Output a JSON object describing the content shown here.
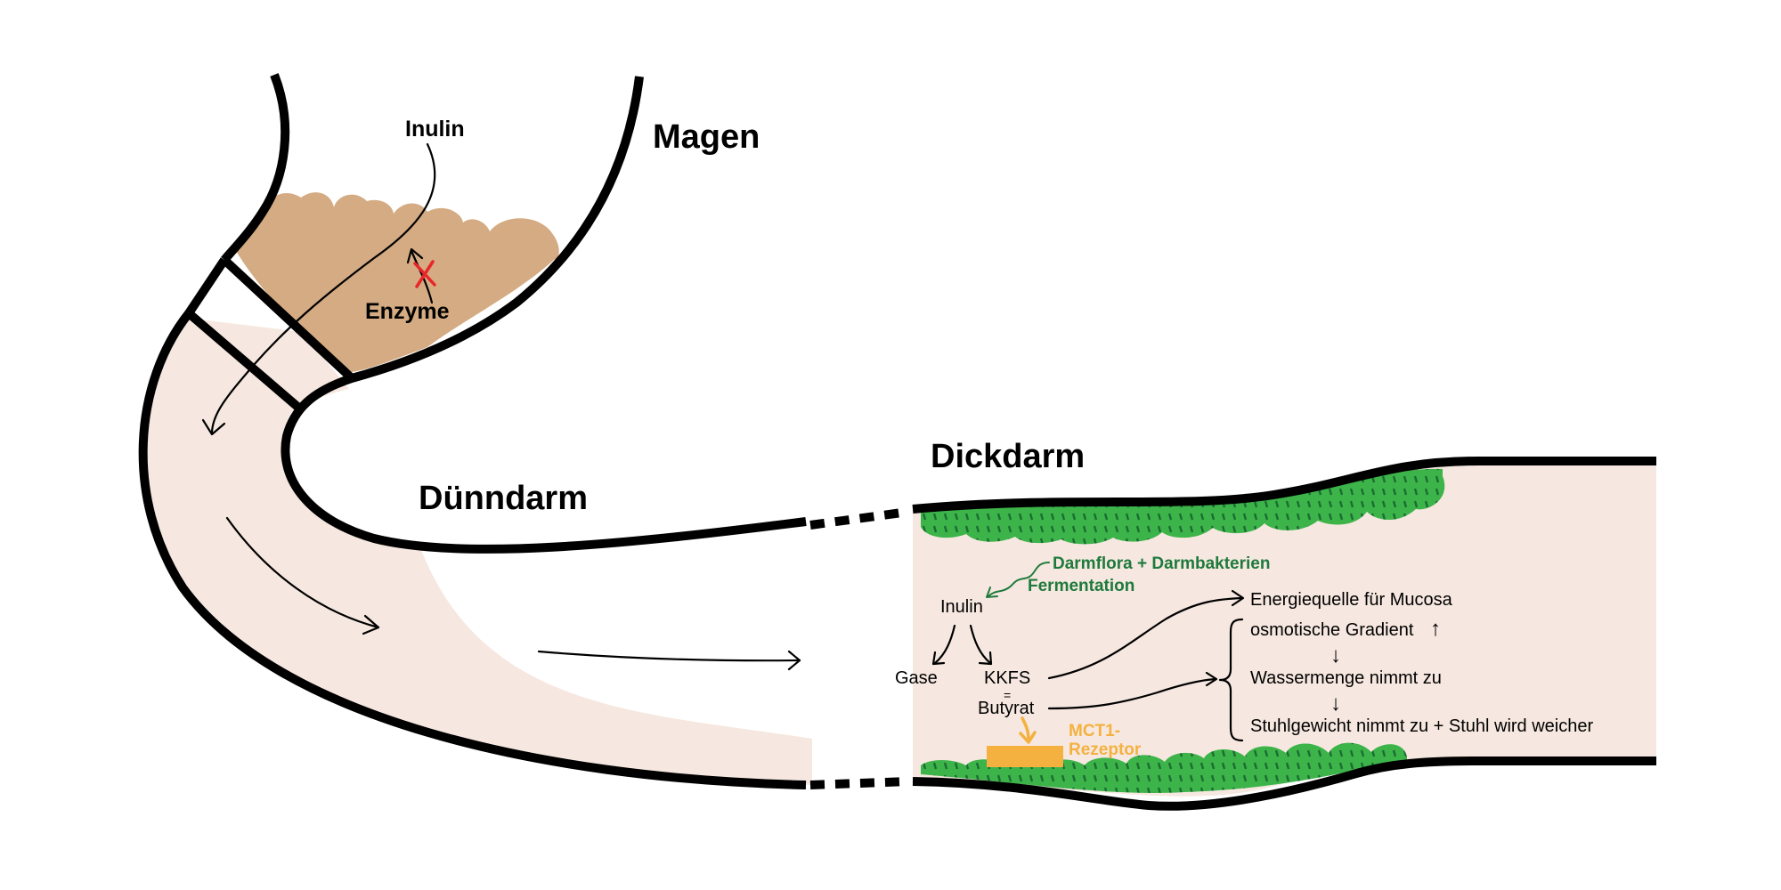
{
  "regions": {
    "stomach": "Magen",
    "small_intestine": "Dünndarm",
    "large_intestine": "Dickdarm"
  },
  "stomach_labels": {
    "inulin": "Inulin",
    "enzyme": "Enzyme"
  },
  "colon": {
    "flora": "Darmflora + Darmbakterien",
    "fermentation": "Fermentation",
    "inulin": "Inulin",
    "gase": "Gase",
    "kkfs": "KKFS",
    "equals": "=",
    "butyrat": "Butyrat",
    "receptor_line1": "MCT1-",
    "receptor_line2": "Rezeptor"
  },
  "effects": {
    "energy": "Energiequelle für Mucosa",
    "osmotic": "osmotische Gradient",
    "water": "Wassermenge nimmt zu",
    "stool": "Stuhlgewicht nimmt zu + Stuhl wird weicher",
    "up_arrow": "↑",
    "down_arrow": "↓"
  },
  "colors": {
    "stomach_content": "#d4ab82",
    "lumen": "#f6e8e0",
    "flora_green": "#3db449",
    "flora_dark": "#1e7a3c",
    "receptor_orange": "#f4b13f",
    "blocked_red": "#e8262a"
  }
}
